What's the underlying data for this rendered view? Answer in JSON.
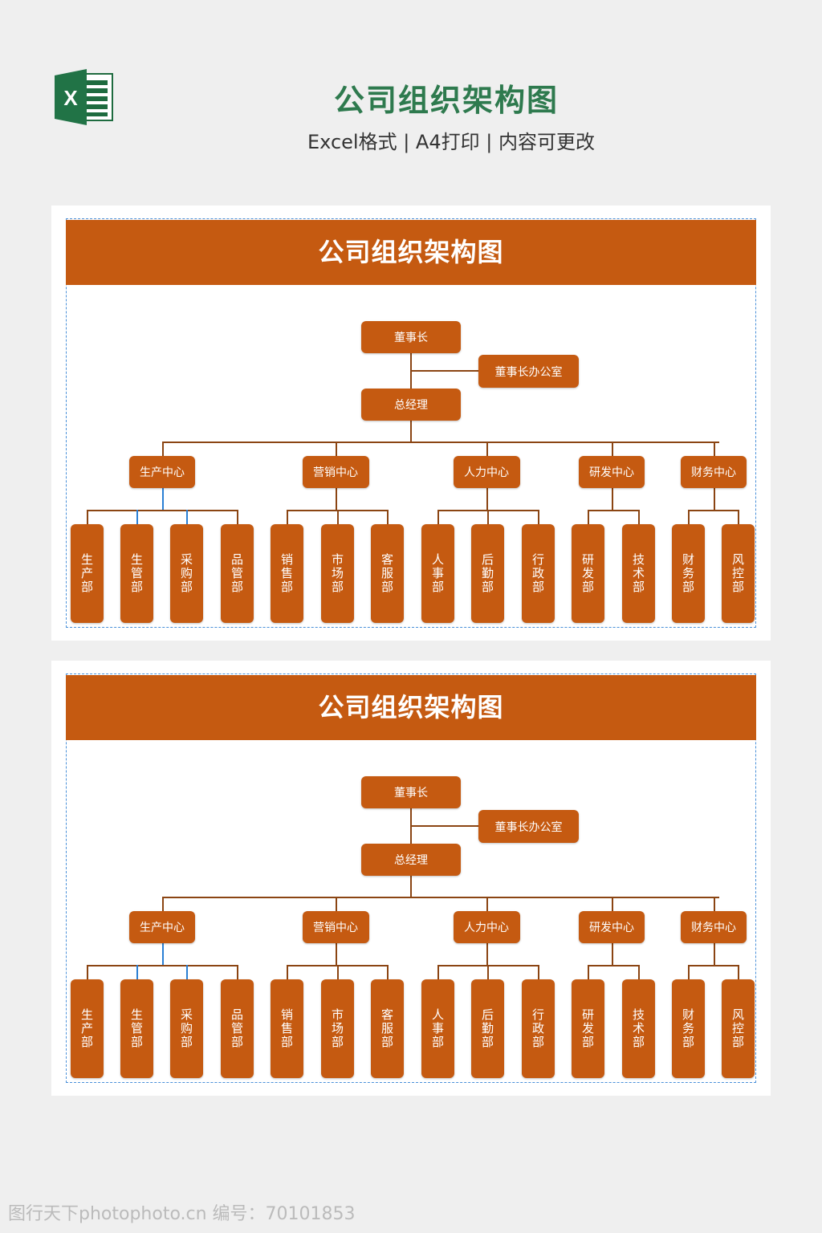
{
  "header": {
    "title": "公司组织架构图",
    "subtitle": "Excel格式 | A4打印 | 内容可更改",
    "logo_letter": "X"
  },
  "chart": {
    "title": "公司组织架构图",
    "chairman": "董事长",
    "office": "董事长办公室",
    "gm": "总经理",
    "centers": [
      {
        "label": "生产中心",
        "departments": [
          "生产部",
          "生管部",
          "采购部",
          "品管部"
        ]
      },
      {
        "label": "营销中心",
        "departments": [
          "销售部",
          "市场部",
          "客服部"
        ]
      },
      {
        "label": "人力中心",
        "departments": [
          "人事部",
          "后勤部",
          "行政部"
        ]
      },
      {
        "label": "研发中心",
        "departments": [
          "研发部",
          "技术部"
        ]
      },
      {
        "label": "财务中心",
        "departments": [
          "财务部",
          "风控部"
        ]
      }
    ]
  },
  "colors": {
    "accent": "#c55a11",
    "title_green": "#2e7a4e",
    "line": "#8b4513"
  },
  "watermark": "图行天下photophoto.cn 编号：70101853"
}
